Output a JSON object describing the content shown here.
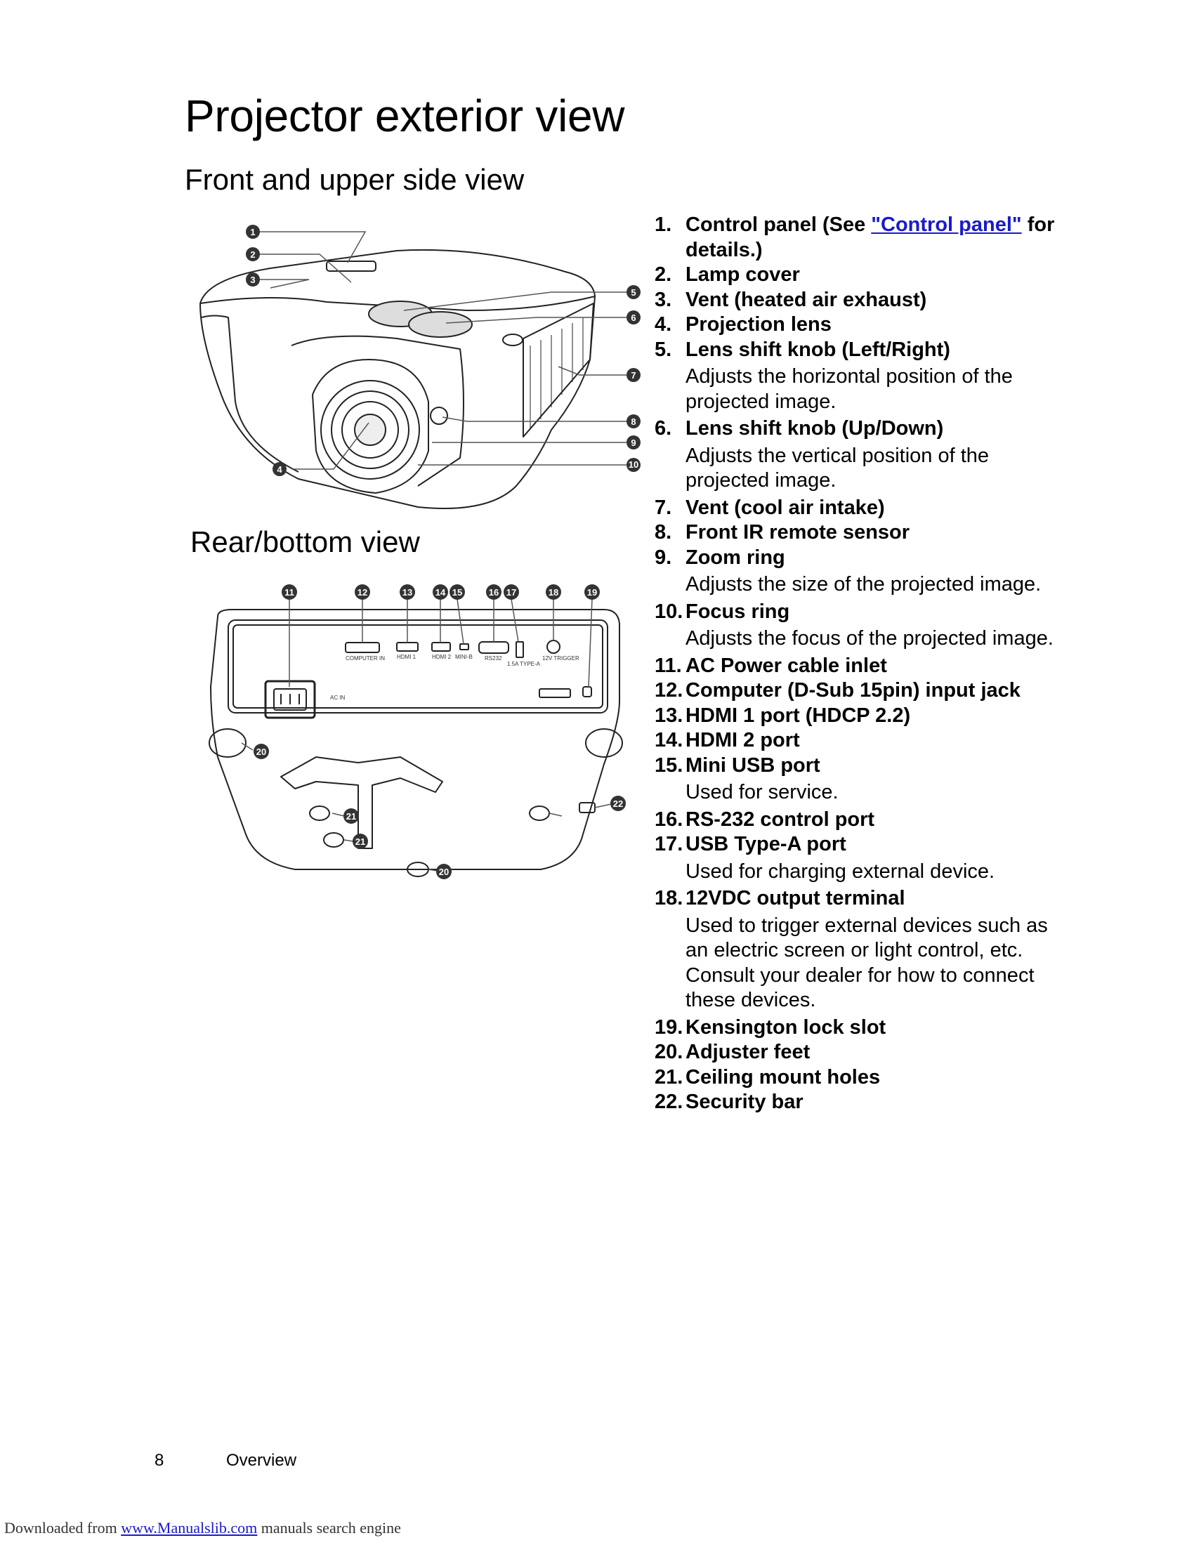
{
  "page": {
    "title": "Projector exterior view",
    "front_section_title": "Front and upper side view",
    "rear_section_title": "Rear/bottom view"
  },
  "front_callouts": [
    "1",
    "2",
    "3",
    "4",
    "5",
    "6",
    "7",
    "8",
    "9",
    "10"
  ],
  "rear_callouts": [
    "11",
    "12",
    "13",
    "14",
    "15",
    "16",
    "17",
    "18",
    "19",
    "20",
    "21",
    "21",
    "22",
    "20"
  ],
  "rear_port_labels": {
    "computer": "COMPUTER IN",
    "hdmi1": "HDMI 1",
    "hdmi2": "HDMI 2",
    "usb_mini": "MINI-B",
    "rs232": "RS232",
    "usb_a": "1.5A TYPE-A",
    "trigger": "12V TRIGGER",
    "ac": "AC IN"
  },
  "items": [
    {
      "num": "1.",
      "title": "Control panel (See ",
      "link": "\"Control panel\"",
      "title_after": " for details.)",
      "desc": ""
    },
    {
      "num": "2.",
      "title": "Lamp cover",
      "desc": ""
    },
    {
      "num": "3.",
      "title": "Vent (heated air exhaust)",
      "desc": ""
    },
    {
      "num": "4.",
      "title": "Projection lens",
      "desc": ""
    },
    {
      "num": "5.",
      "title": "Lens shift knob (Left/Right)",
      "desc": "Adjusts the horizontal position of the projected image."
    },
    {
      "num": "6.",
      "title": "Lens shift knob (Up/Down)",
      "desc": "Adjusts the vertical position of the projected image."
    },
    {
      "num": "7.",
      "title": "Vent (cool air intake)",
      "desc": ""
    },
    {
      "num": "8.",
      "title": "Front IR remote sensor",
      "desc": ""
    },
    {
      "num": "9.",
      "title": "Zoom ring",
      "desc": "Adjusts the size of the projected image."
    },
    {
      "num": "10.",
      "title": "Focus ring",
      "desc": "Adjusts the focus of the projected image."
    },
    {
      "num": "11.",
      "title": "AC Power cable inlet",
      "desc": ""
    },
    {
      "num": "12.",
      "title": "Computer (D-Sub 15pin) input jack",
      "desc": ""
    },
    {
      "num": "13.",
      "title": "HDMI 1 port (HDCP 2.2)",
      "desc": ""
    },
    {
      "num": "14.",
      "title": "HDMI 2 port",
      "desc": ""
    },
    {
      "num": "15.",
      "title": "Mini USB port",
      "desc": "Used for service."
    },
    {
      "num": "16.",
      "title": "RS-232 control port",
      "desc": ""
    },
    {
      "num": "17.",
      "title": "USB Type-A port",
      "desc": "Used for charging external device."
    },
    {
      "num": "18.",
      "title": "12VDC output terminal",
      "desc": "Used to trigger external devices such as an electric screen or light control, etc. Consult your dealer for how to connect these devices."
    },
    {
      "num": "19.",
      "title": "Kensington lock slot",
      "desc": ""
    },
    {
      "num": "20.",
      "title": "Adjuster feet",
      "desc": ""
    },
    {
      "num": "21.",
      "title": "Ceiling mount holes",
      "desc": ""
    },
    {
      "num": "22.",
      "title": "Security bar",
      "desc": ""
    }
  ],
  "footer": {
    "page_number": "8",
    "section": "Overview",
    "downloaded_prefix": "Downloaded from ",
    "downloaded_link": "www.Manualslib.com",
    "downloaded_suffix": " manuals search engine"
  },
  "colors": {
    "link": "#1a1acc",
    "callout": "#333333"
  }
}
